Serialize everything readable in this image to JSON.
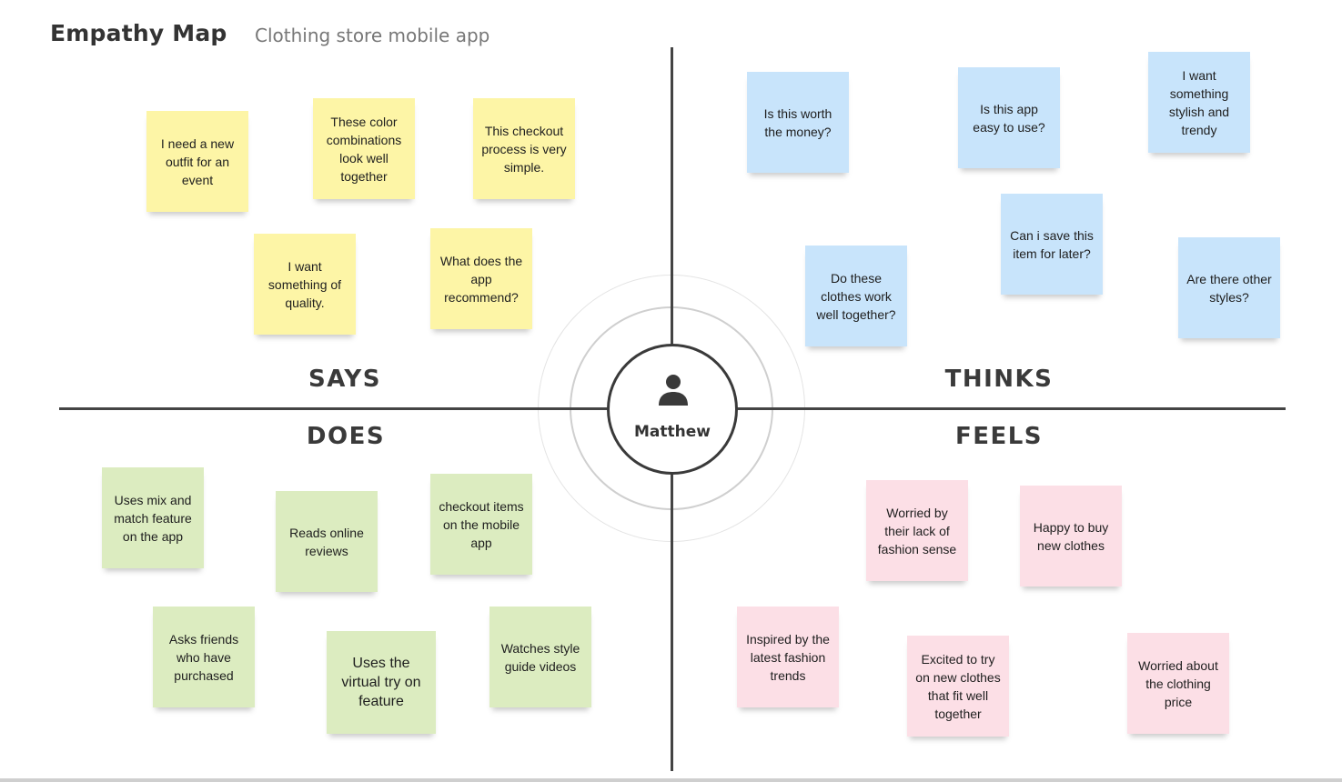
{
  "header": {
    "title": "Empathy Map",
    "subtitle": "Clothing store mobile app"
  },
  "persona": {
    "name": "Matthew",
    "icon": "user-icon"
  },
  "quadrants": {
    "says": {
      "label": "SAYS",
      "color": "#fdf5a6",
      "notes": [
        "I need a new outfit for an event",
        "These color combinations look well together",
        "This checkout process is very simple.",
        "I want something of quality.",
        "What does the app recommend?"
      ]
    },
    "thinks": {
      "label": "THINKS",
      "color": "#c8e4fb",
      "notes": [
        "Is this worth the money?",
        "Is this app easy to use?",
        "I want something stylish and trendy",
        "Can i save this item for later?",
        "Do these clothes work well together?",
        "Are there other styles?"
      ]
    },
    "does": {
      "label": "DOES",
      "color": "#dcecc0",
      "notes": [
        "Uses mix and match feature on the app",
        "Reads online reviews",
        "checkout items on the mobile app",
        "Asks friends who have purchased",
        "Uses the virtual try on feature",
        "Watches style guide videos"
      ]
    },
    "feels": {
      "label": "FEELS",
      "color": "#fcdfe6",
      "notes": [
        "Worried by their lack of fashion sense",
        "Happy to buy new clothes",
        "Inspired by the latest fashion trends",
        "Excited to  try on new clothes that fit well together",
        "Worried about the clothing price"
      ]
    }
  }
}
